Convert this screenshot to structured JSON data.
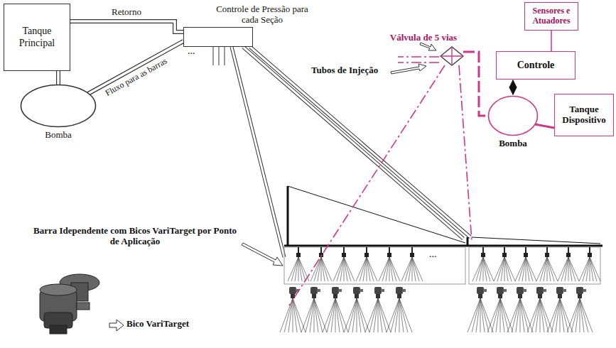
{
  "diagram": {
    "nodes": [
      {
        "text": [
          "Tanque Principal"
        ]
      },
      {
        "text": [
          "Bomba"
        ]
      },
      {
        "text": [
          "Controle de Pressão para cada Seção"
        ]
      },
      {
        "text": [
          "Sensores e Atuadores"
        ]
      },
      {
        "text": [
          "Controle"
        ]
      },
      {
        "text": [
          "Bomba"
        ]
      },
      {
        "text": [
          "Tanque Dispositivo"
        ]
      },
      {
        "text": [
          "Válvula de 5 vias"
        ]
      }
    ],
    "edges": [
      {
        "from": 1,
        "to": 0,
        "arrow": "none"
      },
      {
        "from": 1,
        "to": 2,
        "label": "Fluxo para as barras",
        "arrow": "none"
      },
      {
        "from": 2,
        "to": 0,
        "label": "Retorno",
        "arrow": "none"
      },
      {
        "from": 3,
        "to": 4,
        "arrow": "none"
      },
      {
        "from": 4,
        "to": 5,
        "arrow": "both"
      },
      {
        "from": 5,
        "to": 6,
        "arrow": "none"
      },
      {
        "from": 7,
        "to": 5,
        "arrow": "none"
      }
    ],
    "labels": [
      "...",
      "...",
      "Tubos de Injeção",
      "Barra Idependente com Bicos VariTarget por Ponto de Aplicação",
      "Bico VariTarget"
    ]
  }
}
